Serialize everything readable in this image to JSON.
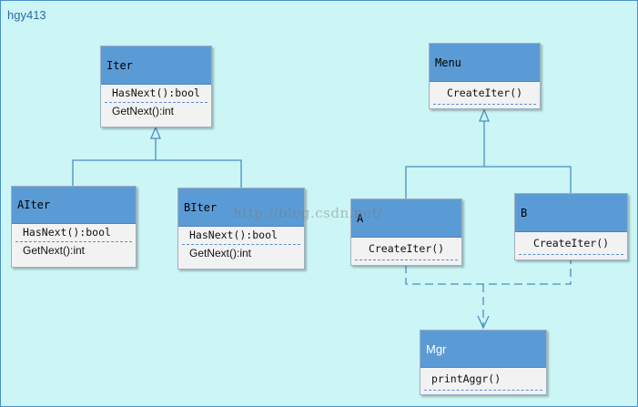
{
  "author_label": "hgy413",
  "watermark": "http://blog.csdn.net/",
  "classes": {
    "iter": {
      "name": "Iter",
      "methods": [
        "HasNext():bool",
        "GetNext():int"
      ]
    },
    "aiter": {
      "name": "AIter",
      "methods": [
        "HasNext():bool",
        "GetNext():int"
      ]
    },
    "biter": {
      "name": "BIter",
      "methods": [
        "HasNext():bool",
        "GetNext():int"
      ]
    },
    "menu": {
      "name": "Menu",
      "methods": [
        "CreateIter()"
      ]
    },
    "a": {
      "name": "A",
      "methods": [
        "CreateIter()"
      ]
    },
    "b": {
      "name": "B",
      "methods": [
        "CreateIter()"
      ]
    },
    "mgr": {
      "name": "Mgr",
      "methods": [
        "printAggr()"
      ]
    }
  },
  "colors": {
    "background": "#ccf5f5",
    "class_header": "#5b9bd5",
    "line": "#4a8fc4"
  }
}
